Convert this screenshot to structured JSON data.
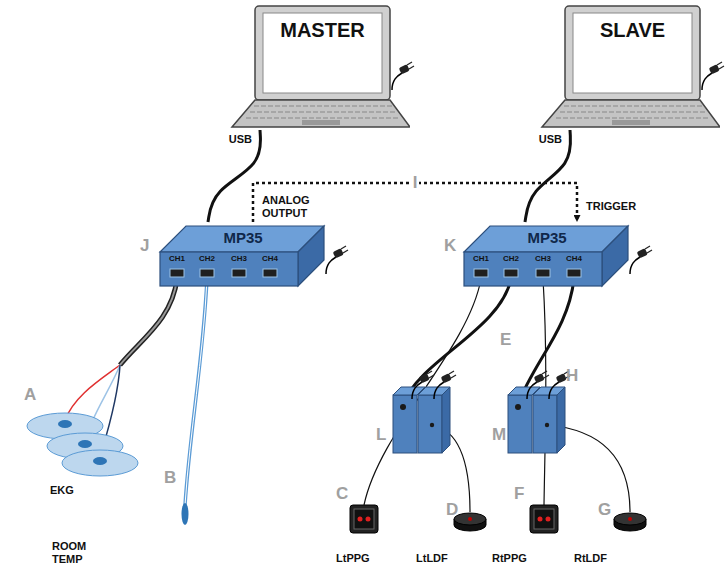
{
  "diagram": {
    "nodes": [
      {
        "text": [
          "MASTER"
        ]
      },
      {
        "text": [
          "SLAVE"
        ]
      },
      {
        "text": [
          "MP35",
          "CH1",
          "CH2",
          "CH3",
          "CH4"
        ]
      },
      {
        "text": [
          "MP35",
          "CH1",
          "CH2",
          "CH3",
          "CH4"
        ]
      }
    ],
    "edges": [
      {
        "from": 0,
        "to": 2,
        "arrow": "none",
        "label": "USB"
      },
      {
        "from": 1,
        "to": 3,
        "arrow": "none",
        "label": "USB"
      },
      {
        "from": 2,
        "to": 3,
        "arrow": "to",
        "label": "I"
      }
    ],
    "labels": [
      "ANALOG OUTPUT",
      "TRIGGER",
      "J",
      "K",
      "A",
      "EKG",
      "B",
      "ROOM TEMP",
      "C",
      "D",
      "E",
      "F",
      "G",
      "H",
      "L",
      "M",
      "LtPPG",
      "LtLDF",
      "RtPPG",
      "RtLDF"
    ]
  }
}
